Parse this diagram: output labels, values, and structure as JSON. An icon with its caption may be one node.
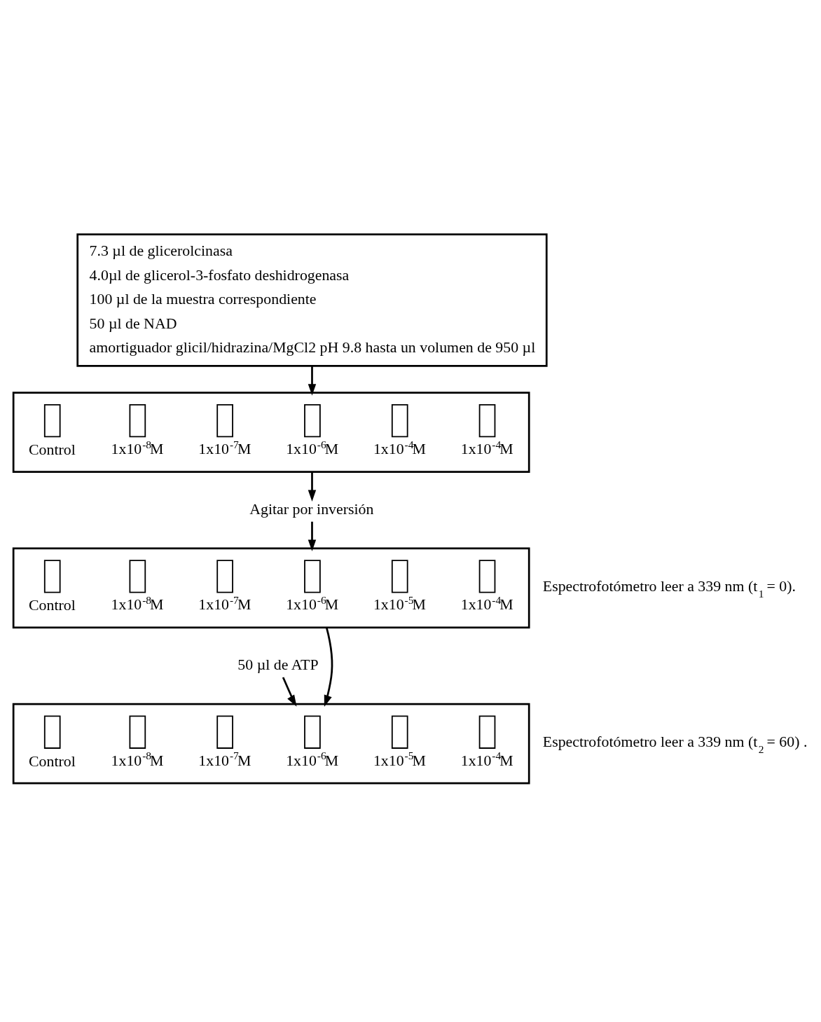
{
  "diagram": {
    "nodes": [
      {
        "text": [
          "7.3 µl de glicerolcinasa",
          "4.0µl de glicerol-3-fosfato deshidrogenasa",
          "100 µl de la muestra correspondiente",
          "50 µl de NAD",
          "amortiguador glicil/hidrazina/MgCl2 pH 9.8 hasta un volumen de 950 µl"
        ]
      },
      {
        "text": [],
        "shape": "box"
      },
      {
        "text": [
          "Control"
        ],
        "in": 1
      },
      {
        "text": [
          "1x10$^{-8}$M"
        ],
        "in": 1
      },
      {
        "text": [
          "1x10$^{-7}$M"
        ],
        "in": 1
      },
      {
        "text": [
          "1x10$^{-6}$M"
        ],
        "in": 1
      },
      {
        "text": [
          "1x10$^{-4}$M"
        ],
        "in": 1
      },
      {
        "text": [
          "1x10$^{-4}$M"
        ],
        "in": 1
      },
      {
        "text": [
          "Agitar por inversión"
        ]
      },
      {
        "text": [],
        "shape": "box",
        "beside": [
          "Espectrofotómetro leer a 339 nm (t$_{1}$ = 0)."
        ]
      },
      {
        "text": [
          "Control"
        ],
        "in": 9
      },
      {
        "text": [
          "1x10$^{-8}$M"
        ],
        "in": 9
      },
      {
        "text": [
          "1x10$^{-7}$M"
        ],
        "in": 9
      },
      {
        "text": [
          "1x10$^{-6}$M"
        ],
        "in": 9
      },
      {
        "text": [
          "1x10$^{-5}$M"
        ],
        "in": 9
      },
      {
        "text": [
          "1x10$^{-4}$M"
        ],
        "in": 9
      },
      {
        "text": [
          "50 µl de ATP"
        ]
      },
      {
        "text": [],
        "shape": "box",
        "beside": [
          "Espectrofotómetro leer a 339 nm (t$_{2}$ = 60) ."
        ]
      },
      {
        "text": [
          "Control"
        ],
        "in": 17
      },
      {
        "text": [
          "1x10$^{-8}$M"
        ],
        "in": 17
      },
      {
        "text": [
          "1x10$^{-7}$M"
        ],
        "in": 17
      },
      {
        "text": [
          "1x10$^{-6}$M"
        ],
        "in": 17
      },
      {
        "text": [
          "1x10$^{-5}$M"
        ],
        "in": 17
      },
      {
        "text": [
          "1x10$^{-4}$M"
        ],
        "in": 17
      }
    ],
    "edges": [
      {
        "from": 0,
        "to": 1,
        "arrow": "to"
      },
      {
        "from": 1,
        "to": 8,
        "arrow": "to"
      },
      {
        "from": 8,
        "to": 9,
        "arrow": "to"
      },
      {
        "from": 9,
        "to": 17,
        "arrow": "to"
      },
      {
        "from": 16,
        "to": 17,
        "arrow": "to"
      }
    ]
  }
}
